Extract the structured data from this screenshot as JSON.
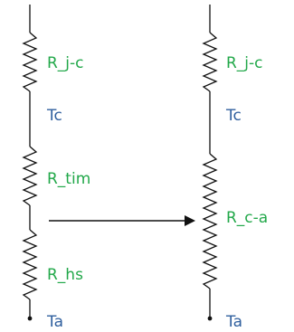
{
  "colors": {
    "resistor_label": "#22a84a",
    "temperature_label": "#2f5f9e",
    "wire": "#111111"
  },
  "left_chain": {
    "resistors": [
      "R_j-c",
      "R_tim",
      "R_hs"
    ],
    "temperatures": [
      "Tc",
      "Ta"
    ]
  },
  "right_chain": {
    "resistors": [
      "R_j-c",
      "R_c-a"
    ],
    "temperatures": [
      "Tc",
      "Ta"
    ]
  },
  "arrow": {
    "icon": "right-arrow-icon"
  }
}
